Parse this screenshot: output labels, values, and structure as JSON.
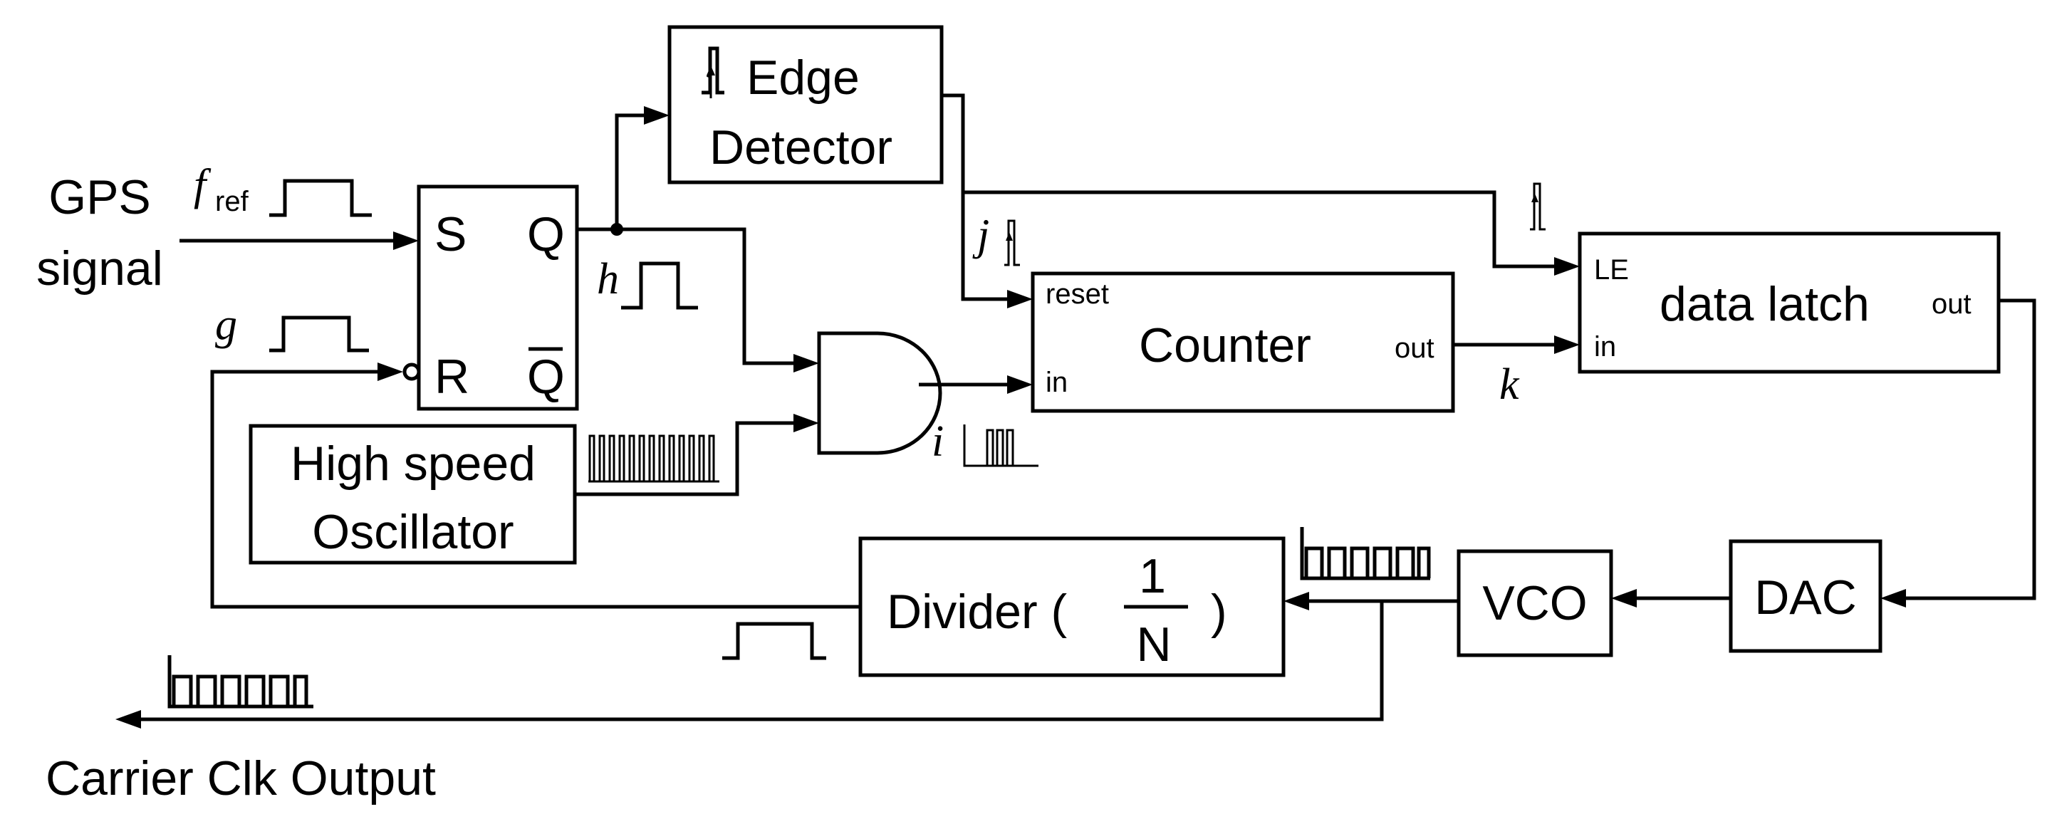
{
  "inputs": {
    "gps_line1": "GPS",
    "gps_line2": "signal",
    "fref_symbol": "f",
    "fref_subscript": "ref",
    "g_symbol": "g",
    "h_symbol": "h",
    "i_symbol": "i",
    "j_symbol": "j",
    "k_symbol": "k"
  },
  "flipflop": {
    "s_label": "S",
    "q_label": "Q",
    "r_label": "R",
    "qbar_label": "Q"
  },
  "edge_detector": {
    "line1": "Edge",
    "line2": "Detector"
  },
  "oscillator": {
    "line1": "High speed",
    "line2": "Oscillator"
  },
  "counter": {
    "title": "Counter",
    "reset_label": "reset",
    "in_label": "in",
    "out_label": "out"
  },
  "latch": {
    "title": "data latch",
    "le_label": "LE",
    "in_label": "in",
    "out_label": "out"
  },
  "divider": {
    "label": "Divider (",
    "numerator": "1",
    "denominator": "N",
    "close": ")"
  },
  "vco": {
    "label": "VCO"
  },
  "dac": {
    "label": "DAC"
  },
  "output": {
    "label": "Carrier Clk Output"
  }
}
